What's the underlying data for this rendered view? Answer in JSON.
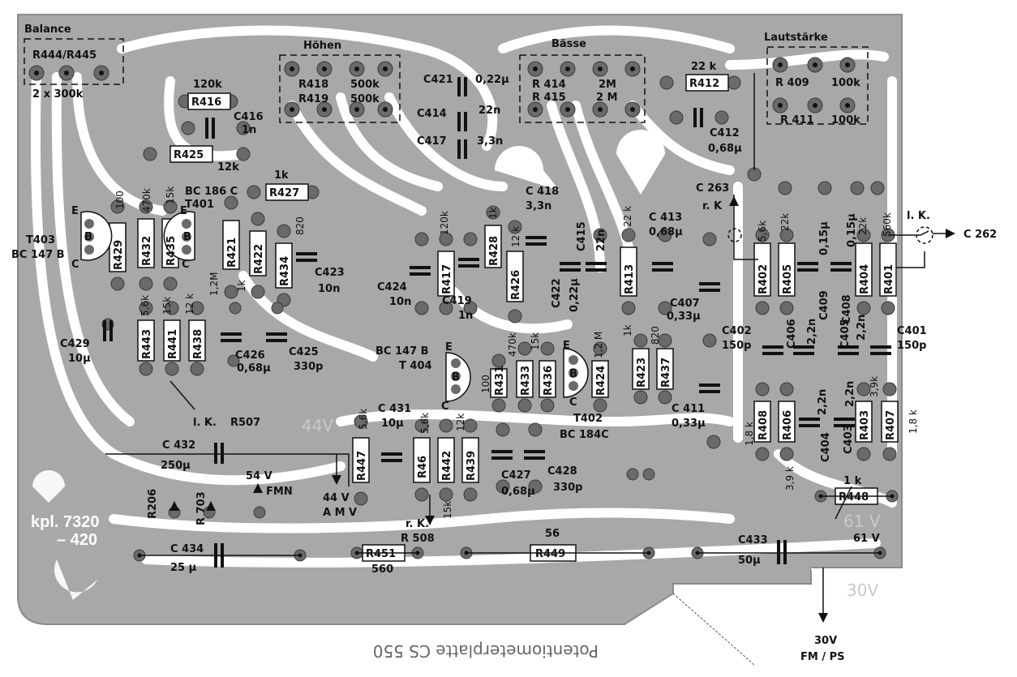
{
  "sections": {
    "balance": "Balance",
    "hoehen": "Höhen",
    "baesse": "Bässe",
    "lautstaerke": "Lautstärke"
  },
  "pots": {
    "balance_ref": "R444/R445",
    "balance_val": "2 x 300k",
    "r418": "R418",
    "r418_val": "500k",
    "r419": "R419",
    "r419_val": "500k",
    "r414": "R 414",
    "r414_val": "2M",
    "r415": "R 415",
    "r415_val": "2 M",
    "r409": "R 409",
    "r409_val": "100k",
    "r411": "R 411",
    "r411_val": "100k"
  },
  "resistors": {
    "r416": "R416",
    "r416_val": "120k",
    "r425": "R425",
    "r425_val": "12k",
    "r427": "R427",
    "r427_val": "1k",
    "r412": "R412",
    "r412_val": "22 k",
    "r429": "R429",
    "r429_val": "100",
    "r432": "R432",
    "r432_val": "470k",
    "r435": "R435",
    "r435_val": "15k",
    "r421": "R421",
    "r421_val": "1,2M",
    "r422": "R422",
    "r422_val": "1k",
    "r434": "R434",
    "r434_val": "820",
    "r443": "R443",
    "r443_val": "5,6k",
    "r441": "R441",
    "r441_val": "15k",
    "r438": "R438",
    "r438_val": "12 k",
    "r417": "R417",
    "r417_val": "120k",
    "r428": "R428",
    "r428_val": "1k",
    "r426": "R426",
    "r426_val": "12 k",
    "r413": "R413",
    "r413_val": "22 k",
    "r431": "R431",
    "r431_val": "100",
    "r433": "R433",
    "r433_val": "470k",
    "r436": "R436",
    "r436_val": "15k",
    "r424": "R424",
    "r424_val": "1,2 M",
    "r423": "R423",
    "r423_val": "1k",
    "r437": "R437",
    "r437_val": "820",
    "r447": "R447",
    "r447_val": "5,6k",
    "r446": "R46",
    "r446_val": "5,6k",
    "r442": "R442",
    "r442_val": "15k",
    "r439": "R439",
    "r439_val": "12k",
    "r402": "R402",
    "r402_val": "5,6k",
    "r405": "R405",
    "r405_val": "22k",
    "r404": "R404",
    "r404_val": "22k",
    "r401": "R401",
    "r401_val": "560k",
    "r408": "R408",
    "r408_val": "1,8 k",
    "r406": "R406",
    "r406_val": "3,9 k",
    "r403": "R403",
    "r403_val": "3,9k",
    "r407": "R407",
    "r407_val": "1,8 k",
    "r448": "R448",
    "r448_val": "1 k",
    "r451": "R451",
    "r451_val": "560",
    "r449": "R449",
    "r449_val": "56",
    "r206": "R206",
    "r703": "R 703"
  },
  "capacitors": {
    "c416": "C416",
    "c416_val": "1n",
    "c421": "C421",
    "c421_val": "0,22μ",
    "c414": "C414",
    "c414_val": "22n",
    "c417": "C417",
    "c417_val": "3,3n",
    "c412": "C412",
    "c412_val": "0,68μ",
    "c423": "C423",
    "c423_val": "10n",
    "c418": "C 418",
    "c418_val": "3,3n",
    "c415": "C415",
    "c415_val": "22n",
    "c413": "C 413",
    "c413_val": "0,68μ",
    "c424": "C424",
    "c424_val": "10n",
    "c419": "C419",
    "c419_val": "1n",
    "c422": "C422",
    "c422_val": "0,22μ",
    "c407": "C407",
    "c407_val": "0,33μ",
    "c429": "C429",
    "c429_val": "10μ",
    "c426": "C426",
    "c426_val": "0,68μ",
    "c425": "C425",
    "c425_val": "330p",
    "c409": "C409",
    "c409_val": "0,15μ",
    "c408": "C408",
    "c408_val": "0,15μ",
    "c406": "C406",
    "c406_val": "2,2n",
    "c405": "C405",
    "c405_val": "2,2n",
    "c402": "C402",
    "c402_val": "150p",
    "c401": "C401",
    "c401_val": "150p",
    "c411": "C 411",
    "c411_val": "0,33μ",
    "c404": "C404",
    "c404_val": "2,2n",
    "c403": "C403",
    "c403_val": "2,2n",
    "c431": "C 431",
    "c431_val": "10μ",
    "c427": "C427",
    "c427_val": "0,68μ",
    "c428": "C428",
    "c428_val": "330p",
    "c432": "C 432",
    "c432_val": "250μ",
    "c434": "C 434",
    "c434_val": "25 μ",
    "c433": "C433",
    "c433_val": "50μ"
  },
  "transistors": {
    "t401": "T401",
    "t401_type": "BC 186 C",
    "t403": "T403",
    "t403_type": "BC 147 B",
    "t404": "T 404",
    "t404_type": "BC 147 B",
    "t402": "T402",
    "t402_type": "BC 184C",
    "pin_e": "E",
    "pin_b": "B",
    "pin_c": "C"
  },
  "connections": {
    "c263": "C 263",
    "c263_sub": "r. K",
    "c262": "C 262",
    "lk_right": "l. K.",
    "lk_r507": "l. K.",
    "r507": "R507",
    "rk_r508": "r. K.",
    "r508": "R 508",
    "v44_amv": "44 V",
    "amv": "A M V",
    "v54_fmn": "54 V",
    "fmn": "FMN",
    "v61": "61 V",
    "v30": "30V",
    "fm_ps": "FM / PS"
  },
  "board": {
    "kpl_line1": "kpl. 7320",
    "kpl_line2": "– 420",
    "ghost_44v": "44V",
    "ghost_30v": "30V",
    "ghost_61v": "61 V",
    "footer": "Potentiometerplatte CS 550"
  },
  "colors": {
    "board_fill": "#a8a8a8",
    "trace": "#ffffff",
    "pad": "#666666",
    "drill": "#111111",
    "ink": "#111111"
  }
}
